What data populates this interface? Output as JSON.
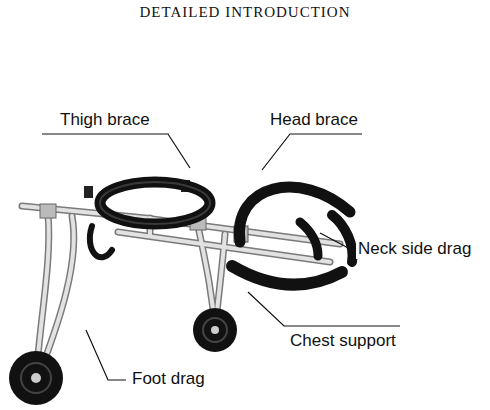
{
  "diagram": {
    "title": "DETAILED INTRODUCTION",
    "labels": [
      "Thigh brace",
      "Head brace",
      "Neck side drag",
      "Chest support",
      "Foot drag"
    ]
  }
}
